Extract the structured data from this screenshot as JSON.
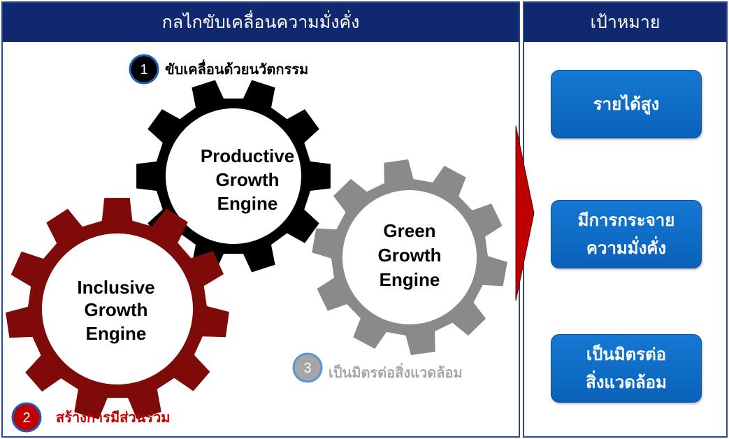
{
  "left_header": "กลไกขับเคลื่อนความมั่งคั่ง",
  "right_header": "เป้าหมาย",
  "gears": {
    "productive": {
      "line1": "Productive",
      "line2": "Growth",
      "line3": "Engine",
      "color": "#000000"
    },
    "inclusive": {
      "line1": "Inclusive",
      "line2": "Growth",
      "line3": "Engine",
      "color": "#7f0a0a"
    },
    "green": {
      "line1": "Green",
      "line2": "Growth",
      "line3": "Engine",
      "color": "#8a8a8a"
    }
  },
  "steps": [
    {
      "number": "1",
      "label": "ขับเคลื่อนด้วยนวัตกรรม",
      "color": "#000000"
    },
    {
      "number": "2",
      "label": "สร้างการมีส่วนร่วม",
      "color": "#c00000"
    },
    {
      "number": "3",
      "label": "เป็นมิตรต่อสิ่งแวดล้อม",
      "color": "#a6a6a6"
    }
  ],
  "goals": [
    {
      "line1": "รายได้สูง",
      "line2": ""
    },
    {
      "line1": "มีการกระจาย",
      "line2": "ความมั่งคั่ง"
    },
    {
      "line1": "เป็นมิตรต่อ",
      "line2": "สิ่งแวดล้อม"
    }
  ],
  "arrow_color": "#c00000"
}
